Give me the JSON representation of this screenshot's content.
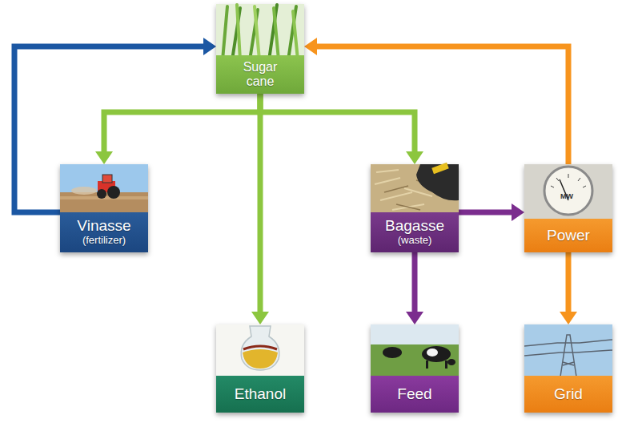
{
  "diagram": {
    "nodes": [
      {
        "text": [
          "Sugar cane"
        ]
      },
      {
        "text": [
          "Vinasse",
          "(fertilizer)"
        ]
      },
      {
        "text": [
          "Bagasse",
          "(waste)"
        ]
      },
      {
        "text": [
          "Power"
        ]
      },
      {
        "text": [
          "Ethanol"
        ]
      },
      {
        "text": [
          "Feed"
        ]
      },
      {
        "text": [
          "Grid"
        ]
      }
    ],
    "edges": [
      {
        "from": 0,
        "to": 1,
        "arrow": "to"
      },
      {
        "from": 0,
        "to": 4,
        "arrow": "to"
      },
      {
        "from": 0,
        "to": 2,
        "arrow": "to"
      },
      {
        "from": 1,
        "to": 0,
        "arrow": "to"
      },
      {
        "from": 3,
        "to": 0,
        "arrow": "to"
      },
      {
        "from": 2,
        "to": 3,
        "arrow": "to"
      },
      {
        "from": 2,
        "to": 5,
        "arrow": "to"
      },
      {
        "from": 3,
        "to": 6,
        "arrow": "to"
      }
    ],
    "labels": [
      "MW"
    ]
  }
}
